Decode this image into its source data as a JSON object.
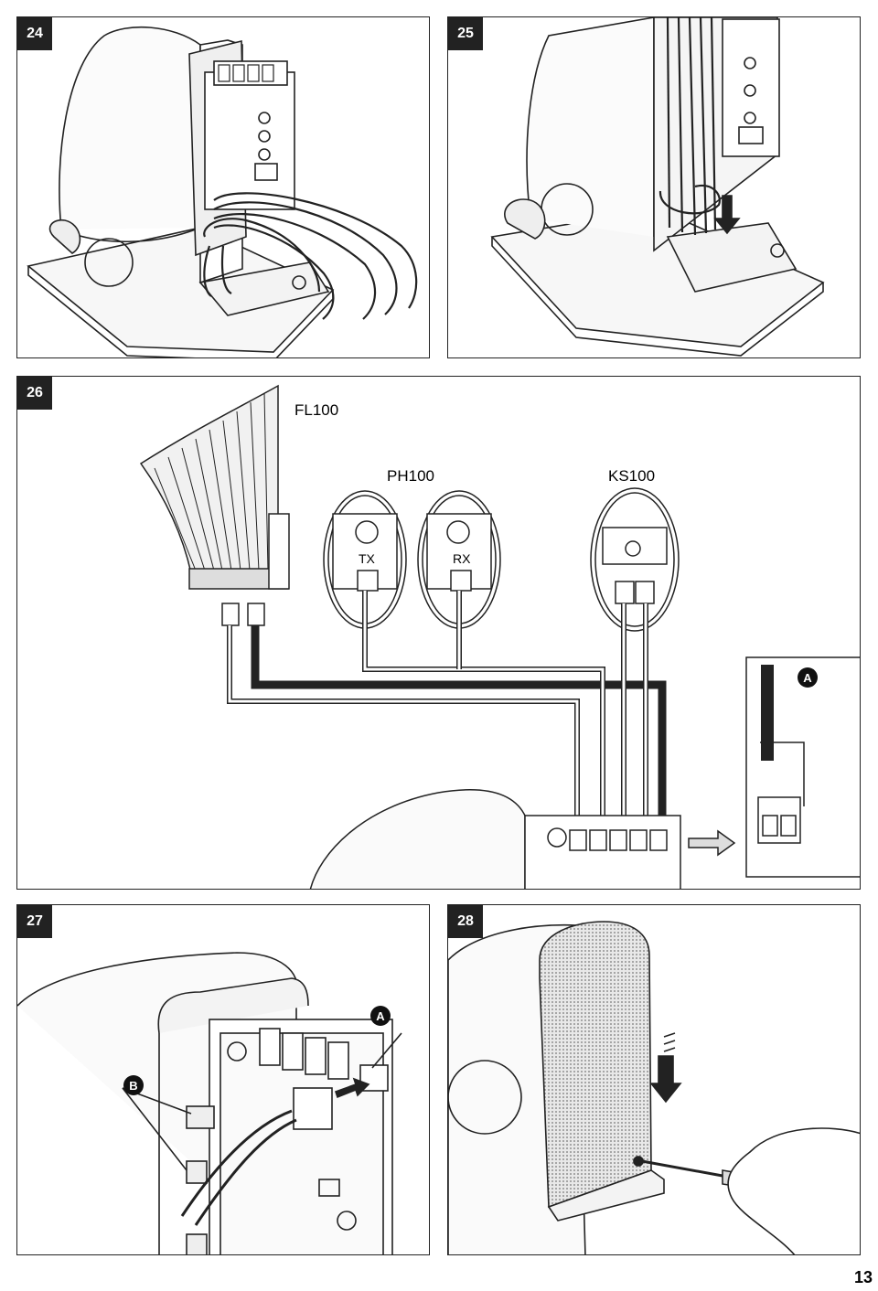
{
  "figures": [
    {
      "number": "24"
    },
    {
      "number": "25"
    },
    {
      "number": "26",
      "labels": {
        "flasher": "FL100",
        "photocells": "PH100",
        "key_switch": "KS100",
        "tx": "TX",
        "rx": "RX",
        "detail": "A"
      }
    },
    {
      "number": "27",
      "labels": {
        "a": "A",
        "b": "B"
      }
    },
    {
      "number": "28"
    }
  ],
  "page_number": "13"
}
